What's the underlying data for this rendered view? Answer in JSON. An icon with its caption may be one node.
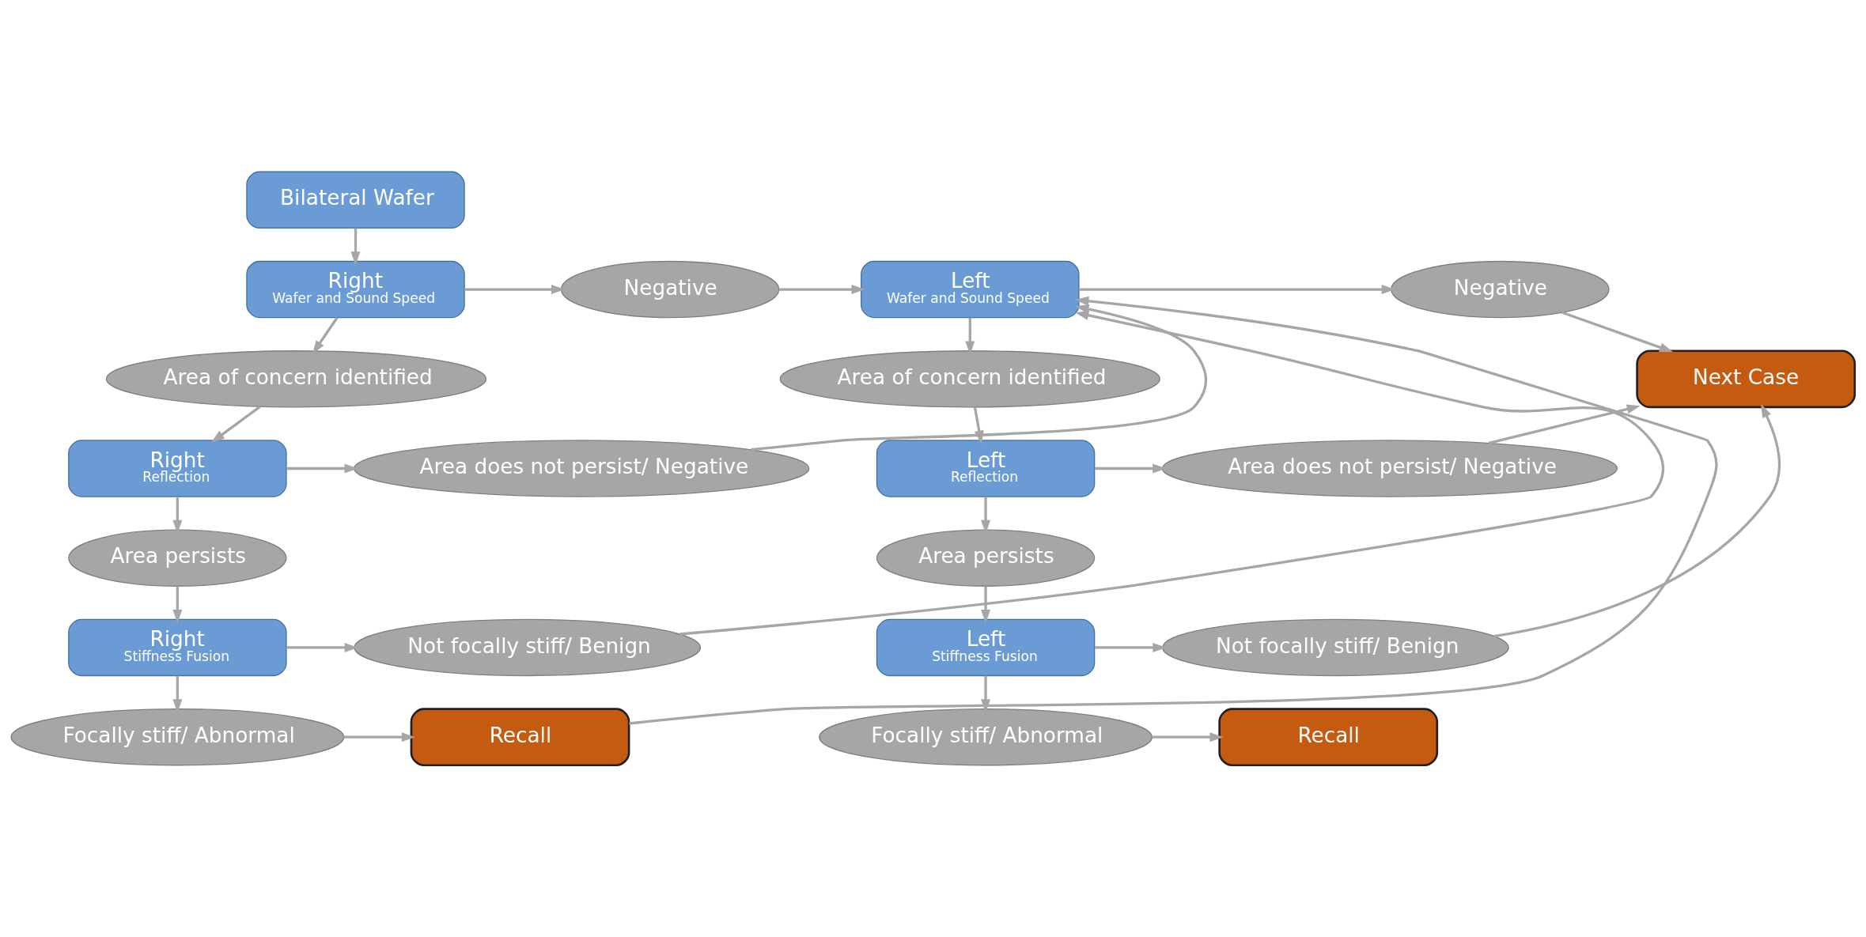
{
  "diagram": {
    "nodes": [
      {
        "text": [
          "Bilateral Wafer"
        ]
      },
      {
        "text": [
          "Right",
          "Wafer and Sound Speed"
        ]
      },
      {
        "text": [
          "Negative"
        ]
      },
      {
        "text": [
          "Left",
          "Wafer and Sound Speed"
        ]
      },
      {
        "text": [
          "Negative"
        ]
      },
      {
        "text": [
          "Area of concern identified"
        ]
      },
      {
        "text": [
          "Area of concern identified"
        ]
      },
      {
        "text": [
          "Next Case"
        ]
      },
      {
        "text": [
          "Right",
          "Reflection"
        ]
      },
      {
        "text": [
          "Area does not persist/ Negative"
        ]
      },
      {
        "text": [
          "Left",
          "Reflection"
        ]
      },
      {
        "text": [
          "Area does not persist/ Negative"
        ]
      },
      {
        "text": [
          "Area persists"
        ]
      },
      {
        "text": [
          "Area persists"
        ]
      },
      {
        "text": [
          "Right",
          "Stiffness Fusion"
        ]
      },
      {
        "text": [
          "Not focally stiff/ Benign"
        ]
      },
      {
        "text": [
          "Left",
          "Stiffness Fusion"
        ]
      },
      {
        "text": [
          "Not focally stiff/ Benign"
        ]
      },
      {
        "text": [
          "Focally stiff/ Abnormal"
        ]
      },
      {
        "text": [
          "Recall"
        ]
      },
      {
        "text": [
          "Focally stiff/ Abnormal"
        ]
      },
      {
        "text": [
          "Recall"
        ]
      }
    ],
    "edges": [
      {
        "from": 0,
        "to": 1,
        "arrow": "to"
      },
      {
        "from": 1,
        "to": 2,
        "arrow": "to"
      },
      {
        "from": 2,
        "to": 3,
        "arrow": "to"
      },
      {
        "from": 3,
        "to": 4,
        "arrow": "to"
      },
      {
        "from": 1,
        "to": 5,
        "arrow": "to"
      },
      {
        "from": 3,
        "to": 6,
        "arrow": "to"
      },
      {
        "from": 4,
        "to": 7,
        "arrow": "to"
      },
      {
        "from": 5,
        "to": 8,
        "arrow": "to"
      },
      {
        "from": 6,
        "to": 10,
        "arrow": "to"
      },
      {
        "from": 11,
        "to": 7,
        "arrow": "to"
      },
      {
        "from": 8,
        "to": 9,
        "arrow": "to"
      },
      {
        "from": 9,
        "to": 3,
        "arrow": "to"
      },
      {
        "from": 10,
        "to": 11,
        "arrow": "to"
      },
      {
        "from": 8,
        "to": 12,
        "arrow": "to"
      },
      {
        "from": 10,
        "to": 13,
        "arrow": "to"
      },
      {
        "from": 12,
        "to": 14,
        "arrow": "to"
      },
      {
        "from": 13,
        "to": 16,
        "arrow": "to"
      },
      {
        "from": 14,
        "to": 15,
        "arrow": "to"
      },
      {
        "from": 15,
        "to": 3,
        "arrow": "to"
      },
      {
        "from": 16,
        "to": 17,
        "arrow": "to"
      },
      {
        "from": 17,
        "to": 7,
        "arrow": "to"
      },
      {
        "from": 14,
        "to": 18,
        "arrow": "to"
      },
      {
        "from": 16,
        "to": 20,
        "arrow": "to"
      },
      {
        "from": 18,
        "to": 19,
        "arrow": "to"
      },
      {
        "from": 19,
        "to": 3,
        "arrow": "to"
      },
      {
        "from": 20,
        "to": 21,
        "arrow": "to"
      }
    ]
  }
}
